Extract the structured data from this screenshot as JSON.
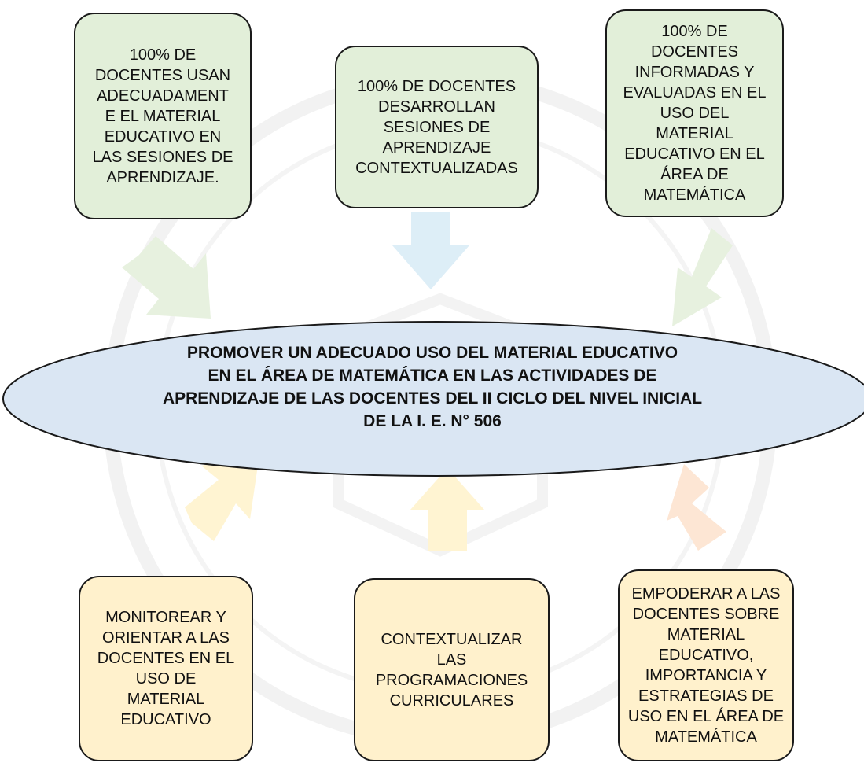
{
  "center_goal": "PROMOVER UN ADECUADO USO DEL MATERIAL EDUCATIVO\nEN EL ÁREA DE MATEMÁTICA EN LAS ACTIVIDADES DE\nAPRENDIZAJE DE LAS DOCENTES DEL II CICLO DEL NIVEL INICIAL\nDE LA I. E. N° 506",
  "results": [
    "100% DE\nDOCENTES USAN\nADECUADAMENT\nE EL MATERIAL\nEDUCATIVO EN\nLAS SESIONES DE\nAPRENDIZAJE.",
    "100% DE DOCENTES\nDESARROLLAN\nSESIONES DE\nAPRENDIZAJE\nCONTEXTUALIZADAS",
    "100% DE\nDOCENTES\nINFORMADAS Y\nEVALUADAS  EN EL\nUSO DEL\nMATERIAL\nEDUCATIVO EN EL\nÁREA DE\nMATEMÁTICA"
  ],
  "actions": [
    "MONITOREAR Y\nORIENTAR A LAS\nDOCENTES EN EL\nUSO DE\nMATERIAL\nEDUCATIVO",
    "CONTEXTUALIZAR\nLAS\nPROGRAMACIONES\nCURRICULARES",
    "EMPODERAR A LAS\nDOCENTES SOBRE\nMATERIAL\nEDUCATIVO,\nIMPORTANCIA Y\nESTRATEGIAS DE\nUSO EN EL ÁREA DE\nMATEMÁTICA"
  ],
  "colors": {
    "result_box": "#e2efd9",
    "action_box": "#fff1cc",
    "ellipse": "#dae6f3",
    "arrow_green": "#e7f1df",
    "arrow_blue": "#ddeef7",
    "arrow_yellow": "#fff4d2",
    "arrow_orange": "#fde6d4"
  }
}
